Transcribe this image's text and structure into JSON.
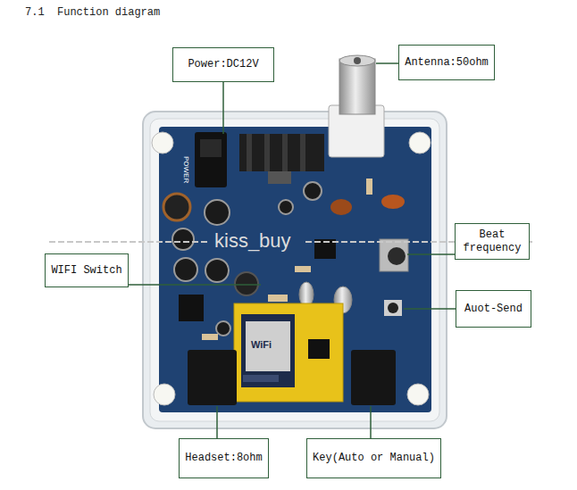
{
  "diagram": {
    "title": "7.1  Function diagram",
    "nodes": [
      {
        "text": [
          "Power:DC12V"
        ]
      },
      {
        "text": [
          "Antenna:50ohm"
        ]
      },
      {
        "text": [
          "WIFI Switch"
        ]
      },
      {
        "text": [
          "Beat frequency"
        ]
      },
      {
        "text": [
          "Auot-Send"
        ]
      },
      {
        "text": [
          "Headset:8ohm"
        ]
      },
      {
        "text": [
          "Key(Auto or Manual)"
        ]
      }
    ],
    "labels": [
      "kiss_buy",
      "POWER",
      "WiFi"
    ]
  }
}
